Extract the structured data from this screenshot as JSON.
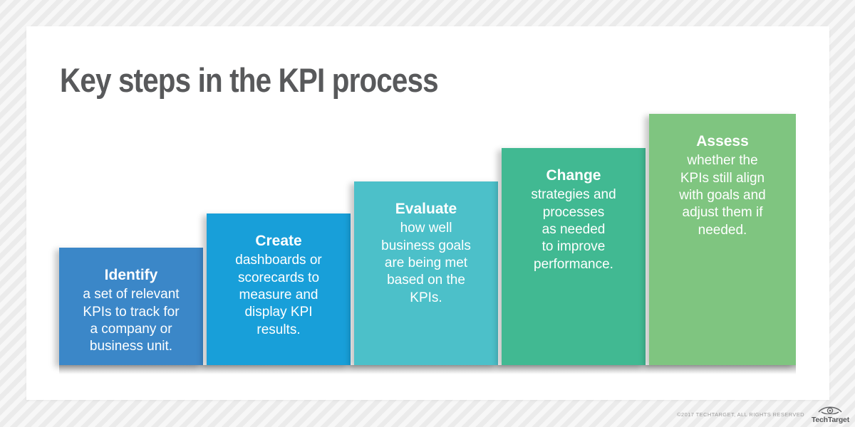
{
  "page": {
    "title": "Key steps in the KPI process",
    "title_color": "#58595b"
  },
  "steps": [
    {
      "heading": "Identify",
      "body": "a set of relevant\nKPIs to track for\na company or\nbusiness unit.",
      "color": "#3b87c8"
    },
    {
      "heading": "Create",
      "body": "dashboards or\nscorecards to\nmeasure and\ndisplay KPI\nresults.",
      "color": "#189fd9"
    },
    {
      "heading": "Evaluate",
      "body": "how well\nbusiness goals\nare being met\nbased on the\nKPIs.",
      "color": "#4cc0c9"
    },
    {
      "heading": "Change",
      "body": "strategies and\nprocesses\nas needed\nto improve\nperformance.",
      "color": "#41b992"
    },
    {
      "heading": "Assess",
      "body": "whether the\nKPIs still align\nwith goals and\nadjust them if\nneeded.",
      "color": "#7fc580"
    }
  ],
  "footer": {
    "copyright": "©2017 TECHTARGET, ALL RIGHTS RESERVED",
    "brand": "TechTarget"
  },
  "colors": {
    "step_text": "#ffffff",
    "card_background": "#ffffff",
    "page_stripe_light": "#f7f7f7",
    "page_stripe_dark": "#ebebeb",
    "footer_text": "#9b9b9b",
    "logo_gray": "#636466"
  }
}
